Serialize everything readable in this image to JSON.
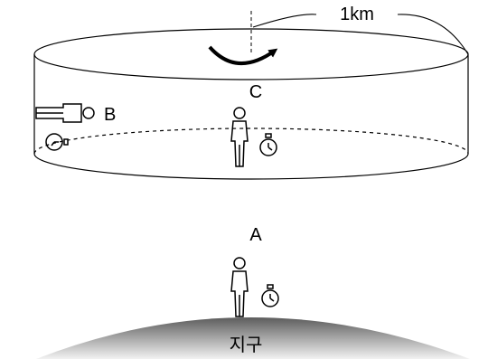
{
  "labels": {
    "radius": "1km",
    "point_a": "A",
    "point_b": "B",
    "point_c": "C",
    "earth": "지구"
  },
  "icons": {
    "rotation": "curved-rotation-arrow",
    "person": "standing-person",
    "clock": "stopwatch",
    "lying_person": "lying-person"
  },
  "colors": {
    "line": "#000000",
    "earth_top": "#5c5c5c",
    "earth_bottom": "#f2f2f2"
  }
}
